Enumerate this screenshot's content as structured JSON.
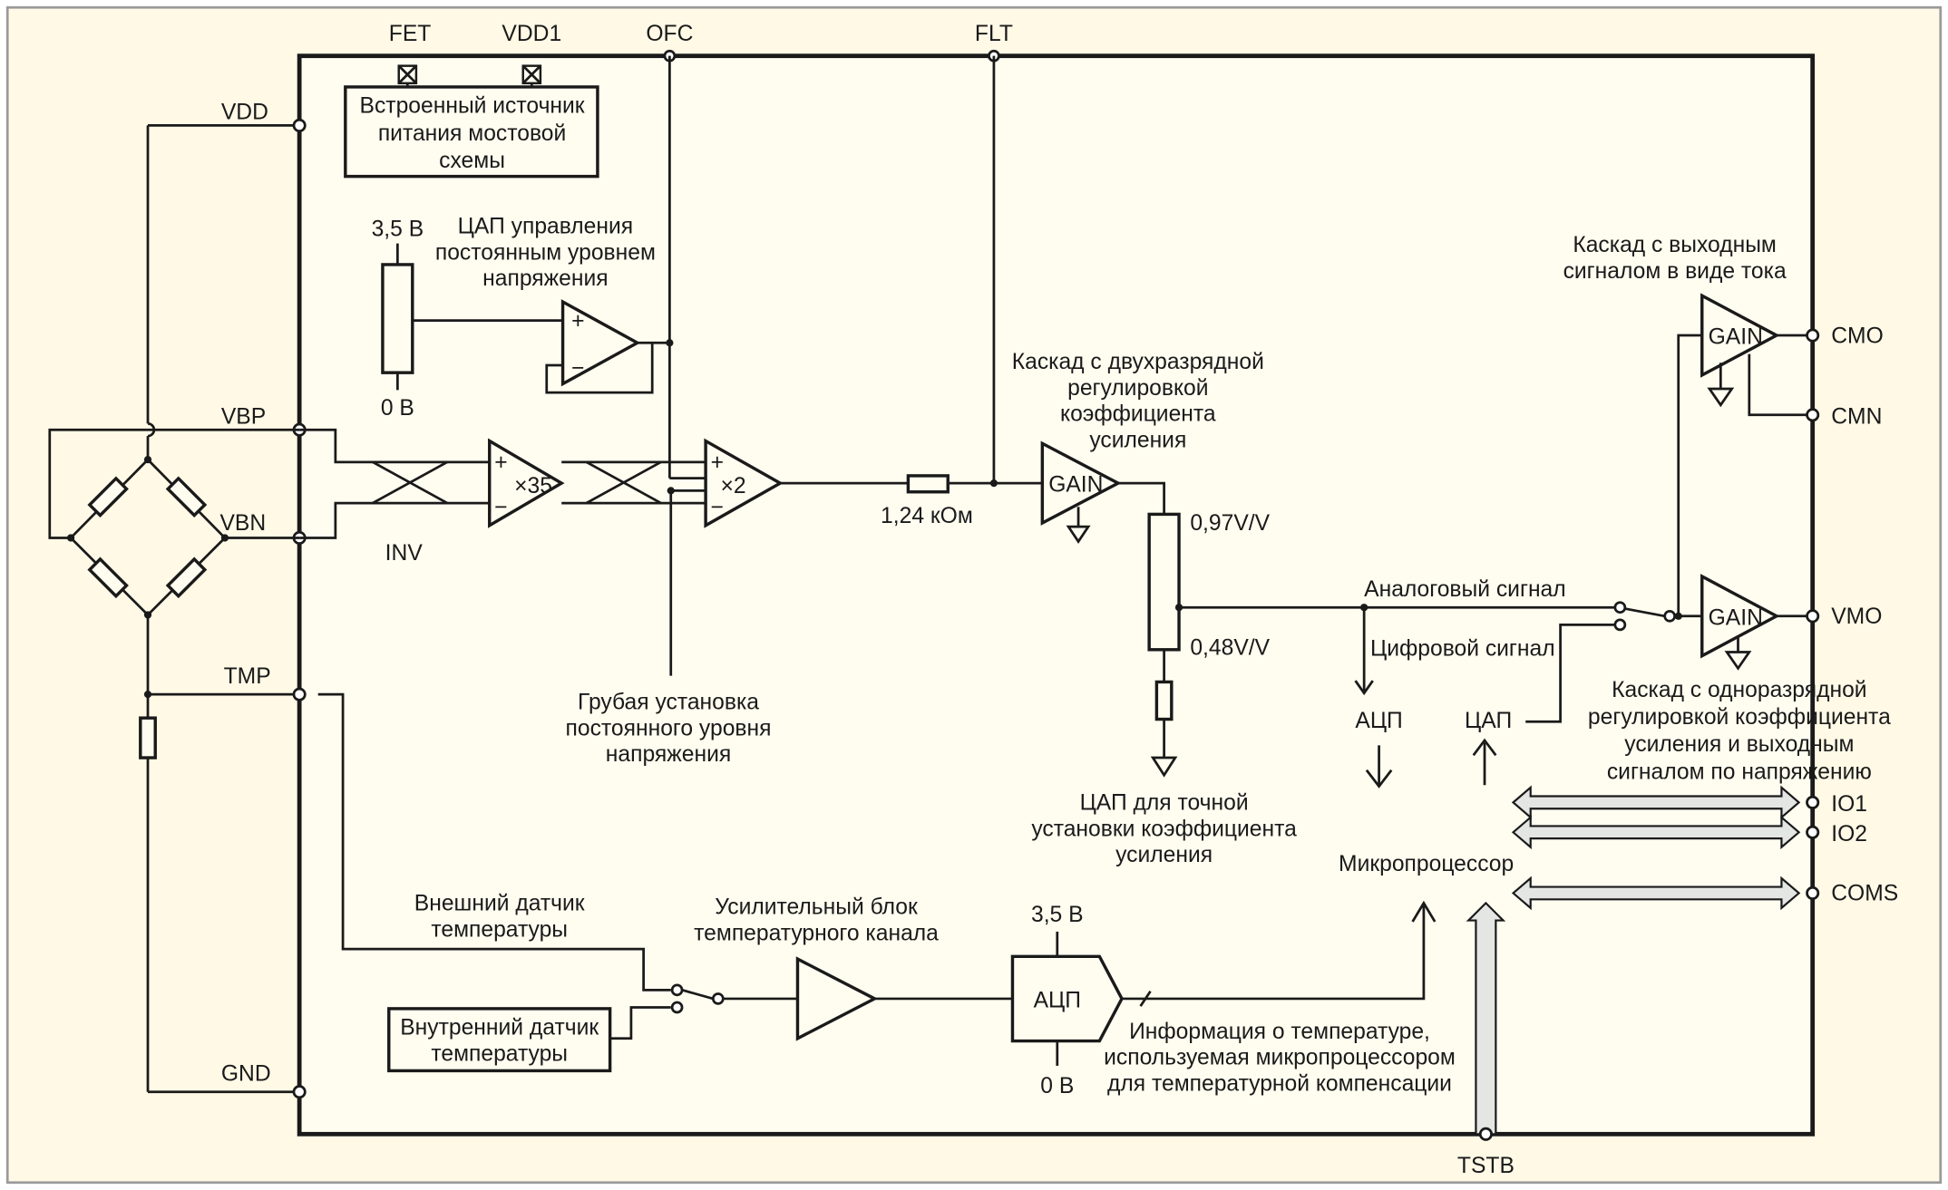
{
  "colors": {
    "background": "#fff9e6",
    "chip": "#fffdf0",
    "line": "#1a1a1a",
    "bus": "#e4e6e4"
  },
  "pins": {
    "fet": "FET",
    "vdd1": "VDD1",
    "ofc": "OFC",
    "flt": "FLT",
    "vdd": "VDD",
    "vbp": "VBP",
    "vbn": "VBN",
    "tmp": "TMP",
    "gnd": "GND",
    "cmo": "CMO",
    "cmn": "CMN",
    "vmo": "VMO",
    "io1": "IO1",
    "io2": "IO2",
    "coms": "COMS",
    "tstb": "TSTB"
  },
  "bridge_supply": [
    "Встроенный источник",
    "питания мостовой",
    "схемы"
  ],
  "dac_offset": {
    "vref_top": "3,5 В",
    "vref_bottom": "0 В",
    "title": [
      "ЦАП управления",
      "постоянным уровнем",
      "напряжения"
    ]
  },
  "inv_label": "INV",
  "amp_x35": {
    "label": "×35",
    "plus": "+",
    "minus": "−"
  },
  "amp_x2": {
    "label": "×2",
    "plus": "+",
    "minus": "−"
  },
  "coarse_offset": [
    "Грубая установка",
    "постоянного уровня",
    "напряжения"
  ],
  "resistor_124": "1,24 кОм",
  "gain2": {
    "label": "GAIN",
    "title": [
      "Каскад с двухразрядной",
      "регулировкой",
      "коэффициента",
      "усиления"
    ]
  },
  "gain_dac": {
    "top": "0,97V/V",
    "bottom": "0,48V/V",
    "title": [
      "ЦАП для точной",
      "установки коэффициента",
      "усиления"
    ]
  },
  "current_stage": {
    "label": "GAIN",
    "title": [
      "Каскад с выходным",
      "сигналом в виде тока"
    ]
  },
  "voltage_stage": {
    "label": "GAIN",
    "title": [
      "Каскад с одноразрядной",
      "регулировкой коэффициента",
      "усиления и выходным",
      "сигналом по напряжению"
    ]
  },
  "analog_signal": "Аналоговый сигнал",
  "digital_signal": "Цифровой сигнал",
  "adc_label": "АЦП",
  "dac_label": "ЦАП",
  "microprocessor": "Микропроцессор",
  "ext_sensor": [
    "Внешний датчик",
    "температуры"
  ],
  "int_sensor": [
    "Внутренний датчик",
    "температуры"
  ],
  "temp_amp": [
    "Усилительный блок",
    "температурного канала"
  ],
  "temp_adc": {
    "label": "АЦП",
    "vref_top": "3,5 В",
    "vref_bottom": "0 В"
  },
  "temp_info": [
    "Информация о температуре,",
    "используемая микропроцессором",
    "для температурной компенсации"
  ]
}
